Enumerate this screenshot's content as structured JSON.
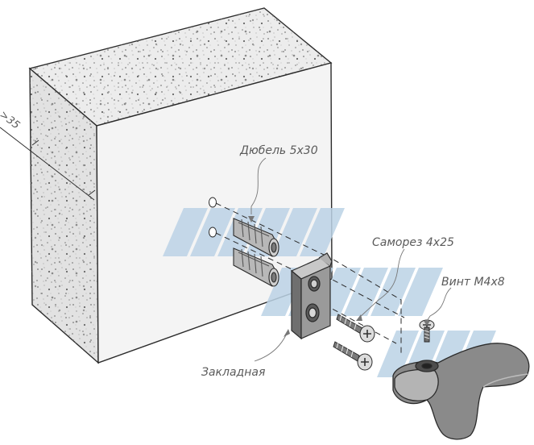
{
  "labels": {
    "dowel": "Дюбель 5x30",
    "self_tapping_screw": "Саморез 4x25",
    "screw": "Винт М4x8",
    "insert": "Закладная",
    "depth": ">35"
  },
  "watermark": {
    "color": "#bcd3e6"
  },
  "colors": {
    "outline": "#2b2b2b",
    "concrete_top": "#ececec",
    "concrete_side": "#e2e2e2",
    "concrete_front": "#f4f4f4",
    "metal_dark": "#6f6f6f",
    "metal_mid": "#9a9a9a",
    "metal_light": "#cfcfcf",
    "leader": "#777777"
  }
}
